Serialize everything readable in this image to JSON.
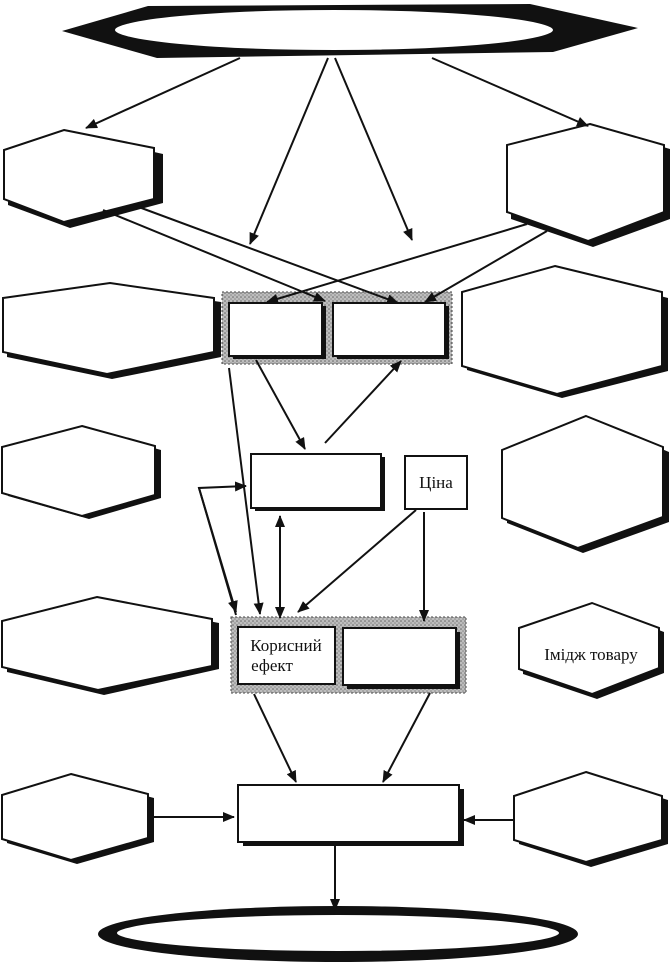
{
  "labels": {
    "price": "Ціна",
    "useful_effect_line1": "Корисний",
    "useful_effect_line2": "ефект",
    "product_image": "Імідж товару"
  },
  "colors": {
    "line": "#111111",
    "fill": "#ffffff",
    "group_frame": "#b8b8b8",
    "group_dots": "#555555"
  }
}
